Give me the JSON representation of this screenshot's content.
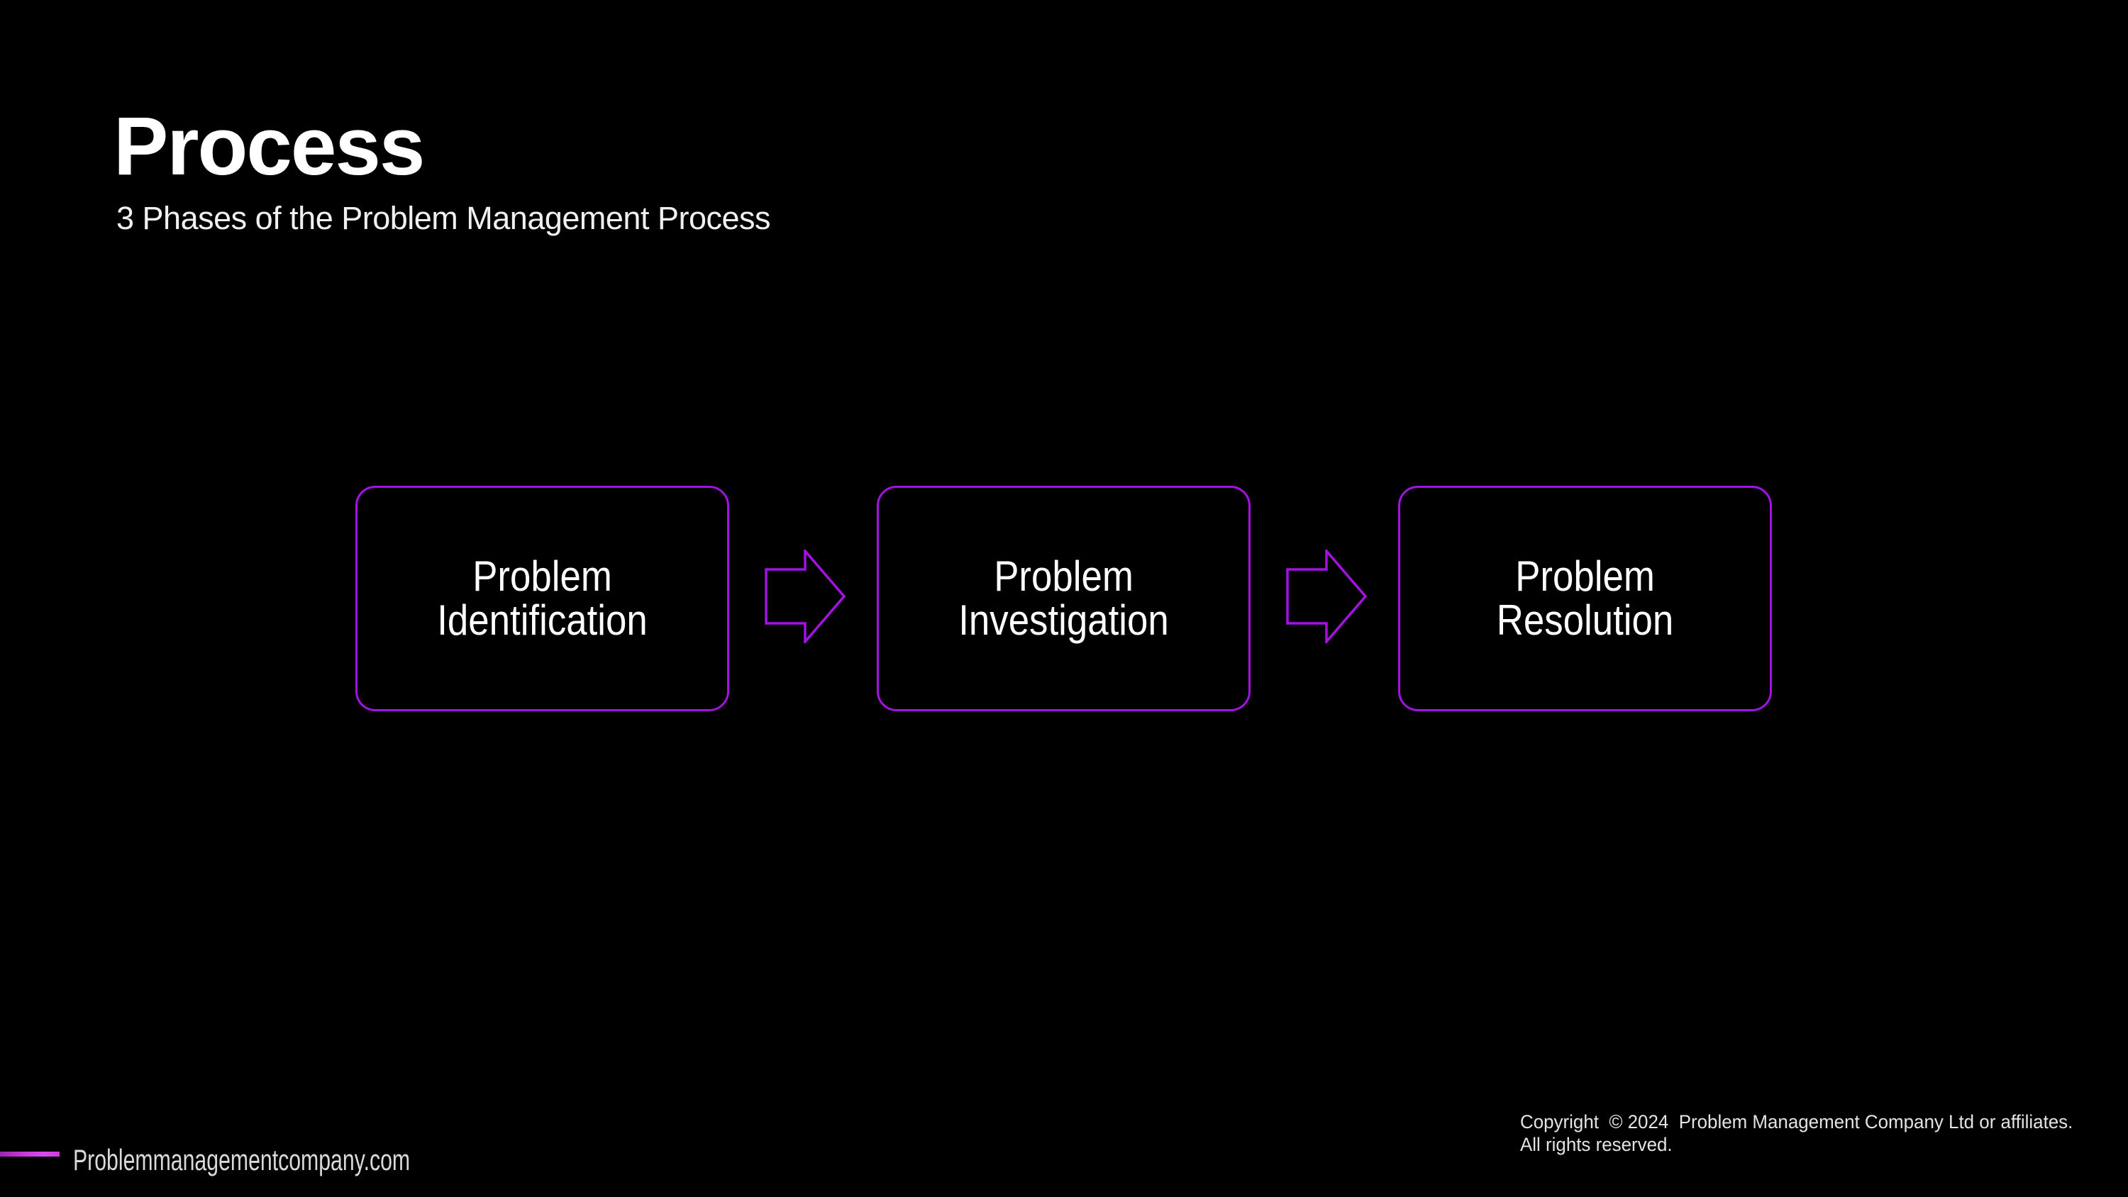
{
  "slide": {
    "title": "Process",
    "subtitle": "3 Phases of the Problem Management Process",
    "colors": {
      "background": "#000000",
      "accent": "#A312E0",
      "footer_line": "#CC3CDC",
      "title_text": "#FFFFFF",
      "body_text": "#FFFFFF",
      "footer_text": "#D9D9D9"
    }
  },
  "diagram": {
    "type": "flow",
    "direction": "left-to-right",
    "steps": [
      {
        "label": "Problem Identification"
      },
      {
        "label": "Problem Investigation"
      },
      {
        "label": "Problem Resolution"
      }
    ],
    "connectors": [
      {
        "from": "Problem Identification",
        "to": "Problem Investigation",
        "shape": "block-arrow-right"
      },
      {
        "from": "Problem Investigation",
        "to": "Problem Resolution",
        "shape": "block-arrow-right"
      }
    ]
  },
  "footer": {
    "website": "Problemmanagementcompany.com",
    "copyright_line1": "Copyright  © 2024  Problem Management Company Ltd or affiliates.",
    "copyright_line2": "All rights reserved."
  }
}
